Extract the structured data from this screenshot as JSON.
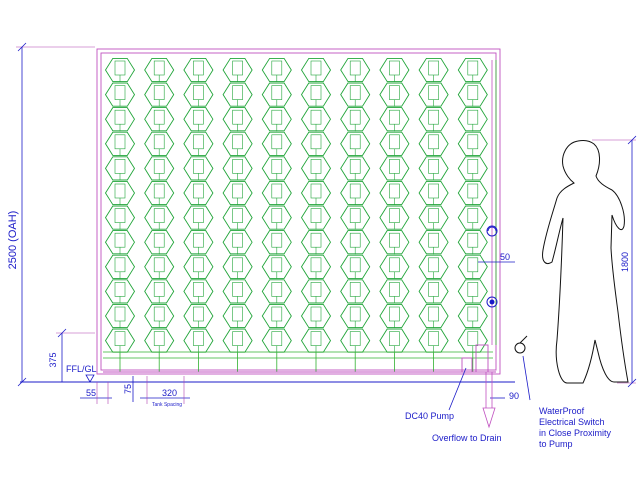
{
  "labels": {
    "height_total": "2500 (OAH)",
    "height_base": "375",
    "ffl": "FFL/GL",
    "dim_55": "55",
    "dim_75": "75",
    "dim_320": "320",
    "tank_spacing": "Tank Spacing",
    "dim_50": "50",
    "dim_90": "90",
    "person_height": "1800",
    "pump": "DC40 Pump",
    "overflow": "Overflow to Drain",
    "switch_line1": "WaterProof",
    "switch_line2": "Electrical Switch",
    "switch_line3": "in Close Proximity",
    "switch_line4": "to Pump"
  },
  "grid": {
    "rows": 12,
    "cols": 10
  },
  "colors": {
    "annotation": "#1b1bc8",
    "hex_planter": "#22a53a",
    "pipe": "#30b030",
    "frame": "#c050c0",
    "person": "#111111"
  }
}
